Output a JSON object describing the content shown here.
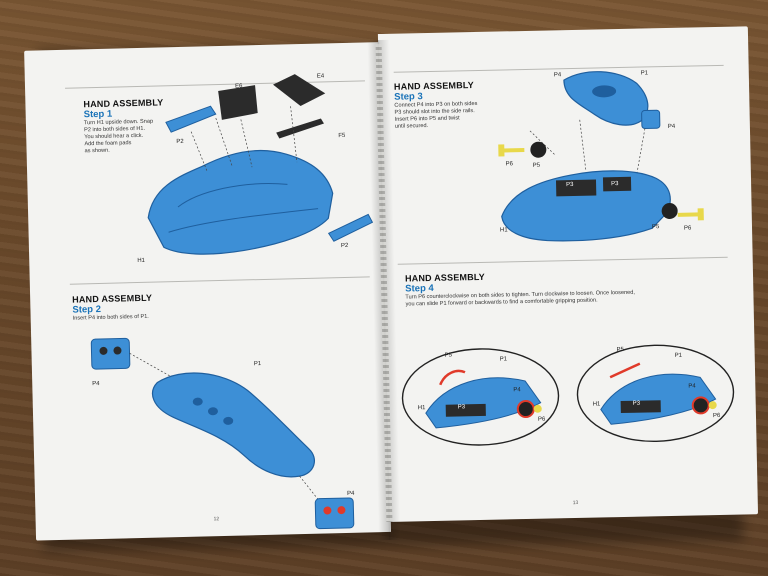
{
  "left_page": {
    "step1": {
      "heading": "HAND ASSEMBLY",
      "step": "Step 1",
      "text_lines": [
        "Turn H1 upside down. Snap",
        "P2 into both sides of H1.",
        "You should hear a click.",
        "Add the foam pads",
        "as shown."
      ],
      "labels": {
        "p2_left": "P2",
        "e6": "E6",
        "e4": "E4",
        "f5": "F5",
        "p2_right": "P2",
        "h1": "H1"
      }
    },
    "step2": {
      "heading": "HAND ASSEMBLY",
      "step": "Step 2",
      "text": "Insert P4 into both sides of P1.",
      "labels": {
        "p4_left": "P4",
        "p1": "P1",
        "p4_right": "P4"
      }
    },
    "page_number": "12"
  },
  "right_page": {
    "step3": {
      "heading": "HAND ASSEMBLY",
      "step": "Step 3",
      "text_lines": [
        "Connect P4 into P3 on both sides",
        "P3 should slot into the side rails.",
        "Insert P6 into P5 and twist",
        "until secured."
      ],
      "labels": {
        "p4_top": "P4",
        "p1": "P1",
        "p4_right": "P4",
        "p6_left": "P6",
        "p5_left": "P5",
        "p3_a": "P3",
        "p3_b": "P3",
        "p5_right": "P5",
        "p6_right": "P6",
        "h1": "H1"
      }
    },
    "step4": {
      "heading": "HAND ASSEMBLY",
      "step": "Step 4",
      "text_lines": [
        "Turn P6 counterclockwise on both sides to tighten. Turn clockwise to loosen. Once loosened,",
        "you can slide P1 forward or backwards to find a comfortable gripping position."
      ],
      "labels": {
        "p5_a": "P5",
        "p1_a": "P1",
        "p4_a": "P4",
        "h1_a": "H1",
        "p3_a": "P3",
        "p6_a": "P6",
        "p5_b": "P5",
        "p1_b": "P1",
        "p4_b": "P4",
        "h1_b": "H1",
        "p3_b": "P3",
        "p6_b": "P6"
      }
    },
    "page_number": "13"
  },
  "colors": {
    "part_blue": "#3d8fd6",
    "part_blue_dark": "#1f5f9e",
    "foam_black": "#2b2b2b",
    "accent_red": "#e03a2a",
    "screw_yellow": "#e8d84a",
    "paper": "#f3f3f1",
    "wood": "#6b4a2c"
  }
}
